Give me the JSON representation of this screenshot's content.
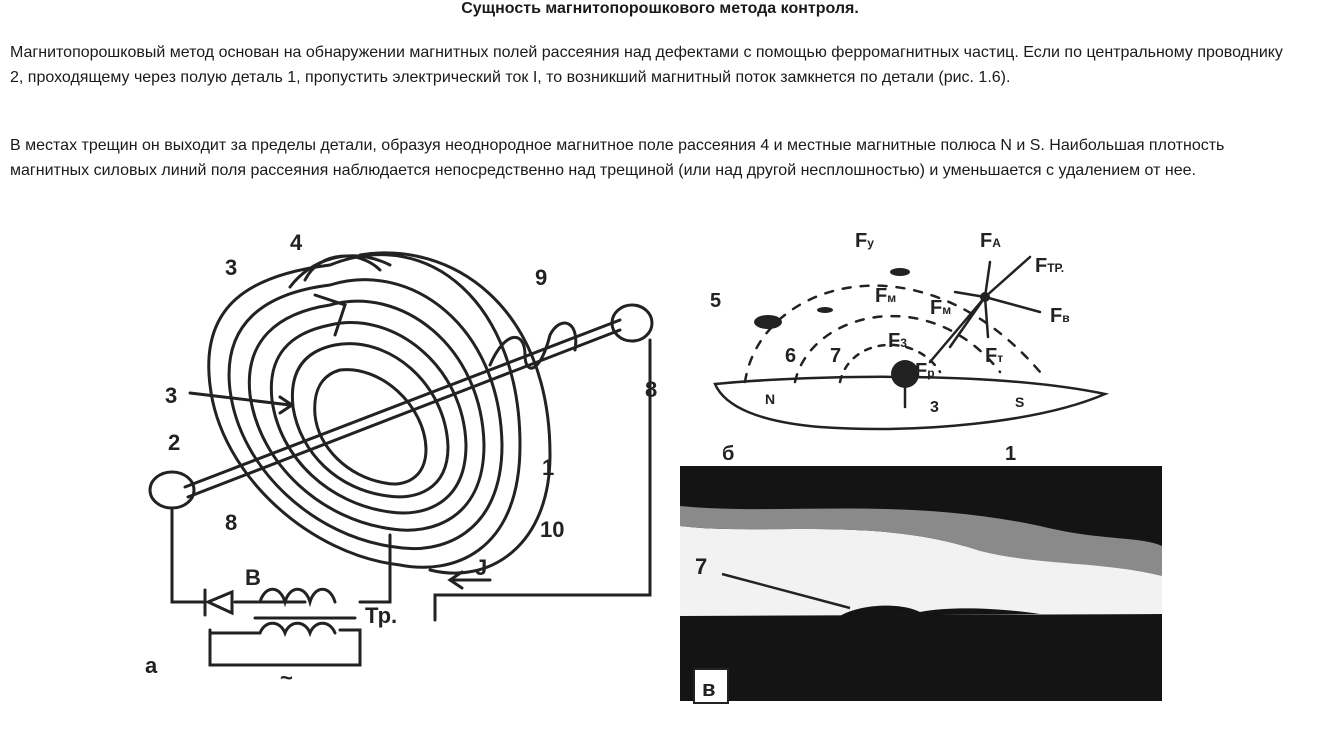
{
  "title": "Сущность магнитопорошкового метода контроля.",
  "paragraphs": [
    "Магнитопорошковый метод основан на обнаружении магнитных полей рассеяния над дефектами с помощью ферромагнитных частиц. Если по центральному проводнику 2, проходящему через полую деталь 1, пропустить электрический ток I, то возникший магнитный поток замкнется по детали (рис. 1.6).",
    "В местах трещин он выходит за пределы детали, образуя неоднородное магнитное поле рассеяния 4 и местные магнитные полюса N и S. Наибольшая плотность магнитных силовых линий поля рассеяния наблюдается непосредственно над трещиной (или над другой несплошностью) и уменьшается с удалением от нее."
  ],
  "figure_a": {
    "labels": {
      "n4": "4",
      "n3top": "3",
      "n3left": "3",
      "n2": "2",
      "n8left": "8",
      "n9": "9",
      "n8right": "8",
      "n1": "1",
      "n10": "10",
      "J": "J",
      "B": "B",
      "Tp": "Тр.",
      "a": "а",
      "supply": "~"
    }
  },
  "figure_b": {
    "labels": {
      "Fy": "F",
      "Fy_sub": "у",
      "Fa": "F",
      "Fa_sub": "А",
      "Ftp": "F",
      "Ftp_sub": "ТР.",
      "n5": "5",
      "FM1": "F",
      "FM1_sub": "м",
      "FM2": "F",
      "FM2_sub": "м",
      "Fb": "F",
      "Fb_sub": "в",
      "n6": "6",
      "n7": "7",
      "F3": "F",
      "F3_sub": "3",
      "Fp": "F",
      "Fp_sub": "р",
      "Fr": "F",
      "Fr_sub": "т",
      "N": "N",
      "n3": "3",
      "S": "S",
      "n1": "1",
      "b": "б"
    }
  },
  "figure_c": {
    "labels": {
      "n7": "7",
      "c": "в"
    }
  }
}
